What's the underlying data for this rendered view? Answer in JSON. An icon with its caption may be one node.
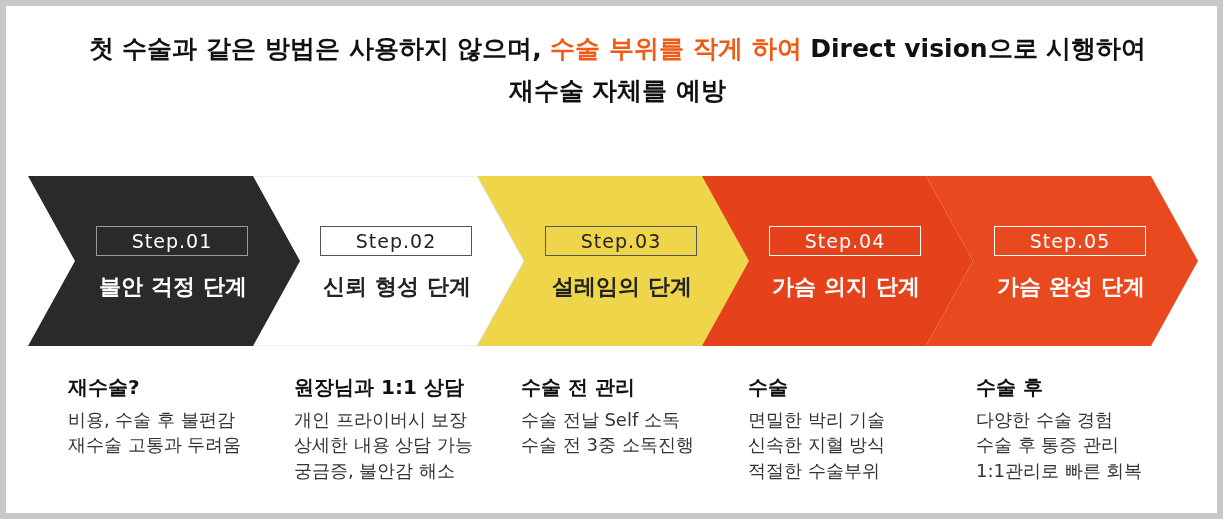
{
  "diagram": {
    "title": "첫 수술과 같은 방법은 사용하지 않으며, **수술 부위를 작게 하여** Direct vision으로 시행하여 재수술 자체를 예방",
    "nodes": [
      {
        "text": [
          "Step.01",
          "불안 걱정 단계"
        ],
        "beside": [
          "재수술?",
          "비용, 수술 후 불편감",
          "재수술 고통과 두려움"
        ]
      },
      {
        "text": [
          "Step.02",
          "신뢰 형성 단계"
        ],
        "beside": [
          "원장님과 1:1 상담",
          "개인 프라이버시 보장",
          "상세한 내용 상담 가능",
          "궁금증, 불안감 해소"
        ]
      },
      {
        "text": [
          "Step.03",
          "설레임의 단계"
        ],
        "beside": [
          "수술 전 관리",
          "수술 전날 Self 소독",
          "수술 전 3중 소독진행"
        ]
      },
      {
        "text": [
          "Step.04",
          "가슴 의지 단계"
        ],
        "beside": [
          "수술",
          "면밀한 박리 기술",
          "신속한 지혈 방식",
          "적절한 수술부위"
        ]
      },
      {
        "text": [
          "Step.05",
          "가슴 완성 단계"
        ],
        "beside": [
          "수술 후",
          "다양한 수술 경험",
          "수술 후 통증 관리",
          "1:1관리로 빠른 회복"
        ]
      }
    ]
  }
}
